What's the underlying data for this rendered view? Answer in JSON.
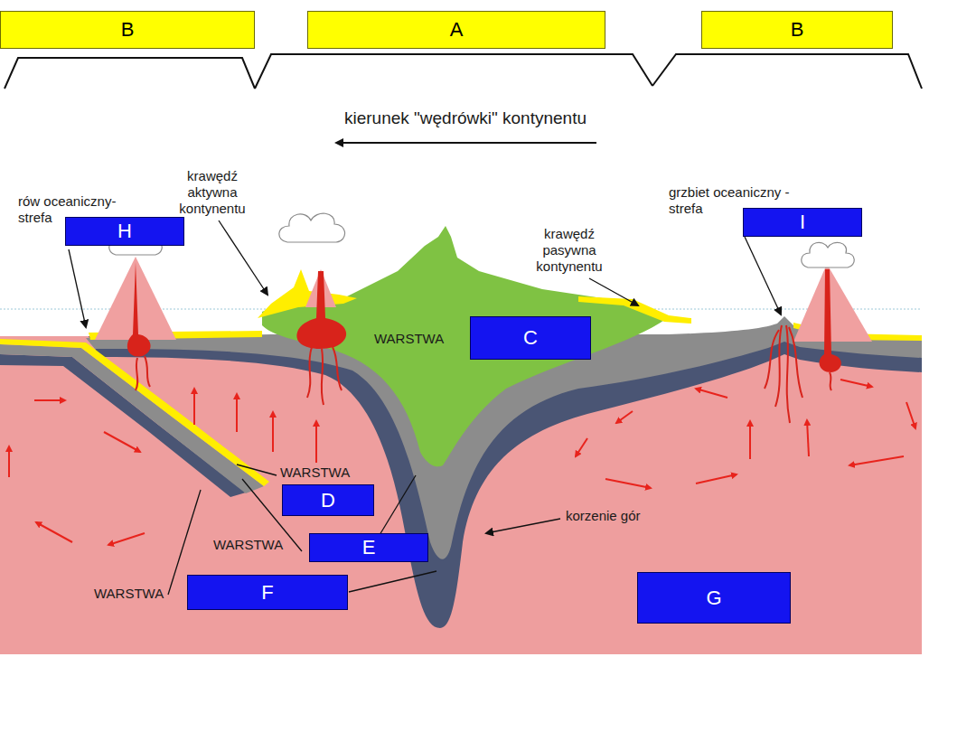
{
  "diagram": {
    "nodes": [
      {
        "text": [
          "B"
        ]
      },
      {
        "text": [
          "A"
        ]
      },
      {
        "text": [
          "B"
        ]
      },
      {
        "text": [
          "H"
        ]
      },
      {
        "text": [
          "I"
        ]
      },
      {
        "text": [
          "C"
        ]
      },
      {
        "text": [
          "D"
        ]
      },
      {
        "text": [
          "E"
        ]
      },
      {
        "text": [
          "F"
        ]
      },
      {
        "text": [
          "G"
        ]
      }
    ],
    "labels": [
      "kierunek \"wędrówki\" kontynentu",
      "krawędź aktywna kontynentu",
      "krawędź pasywna kontynentu",
      "rów oceaniczny- strefa",
      "grzbiet oceaniczny - strefa",
      "WARSTWA",
      "WARSTWA",
      "WARSTWA",
      "WARSTWA",
      "korzenie gór"
    ]
  }
}
